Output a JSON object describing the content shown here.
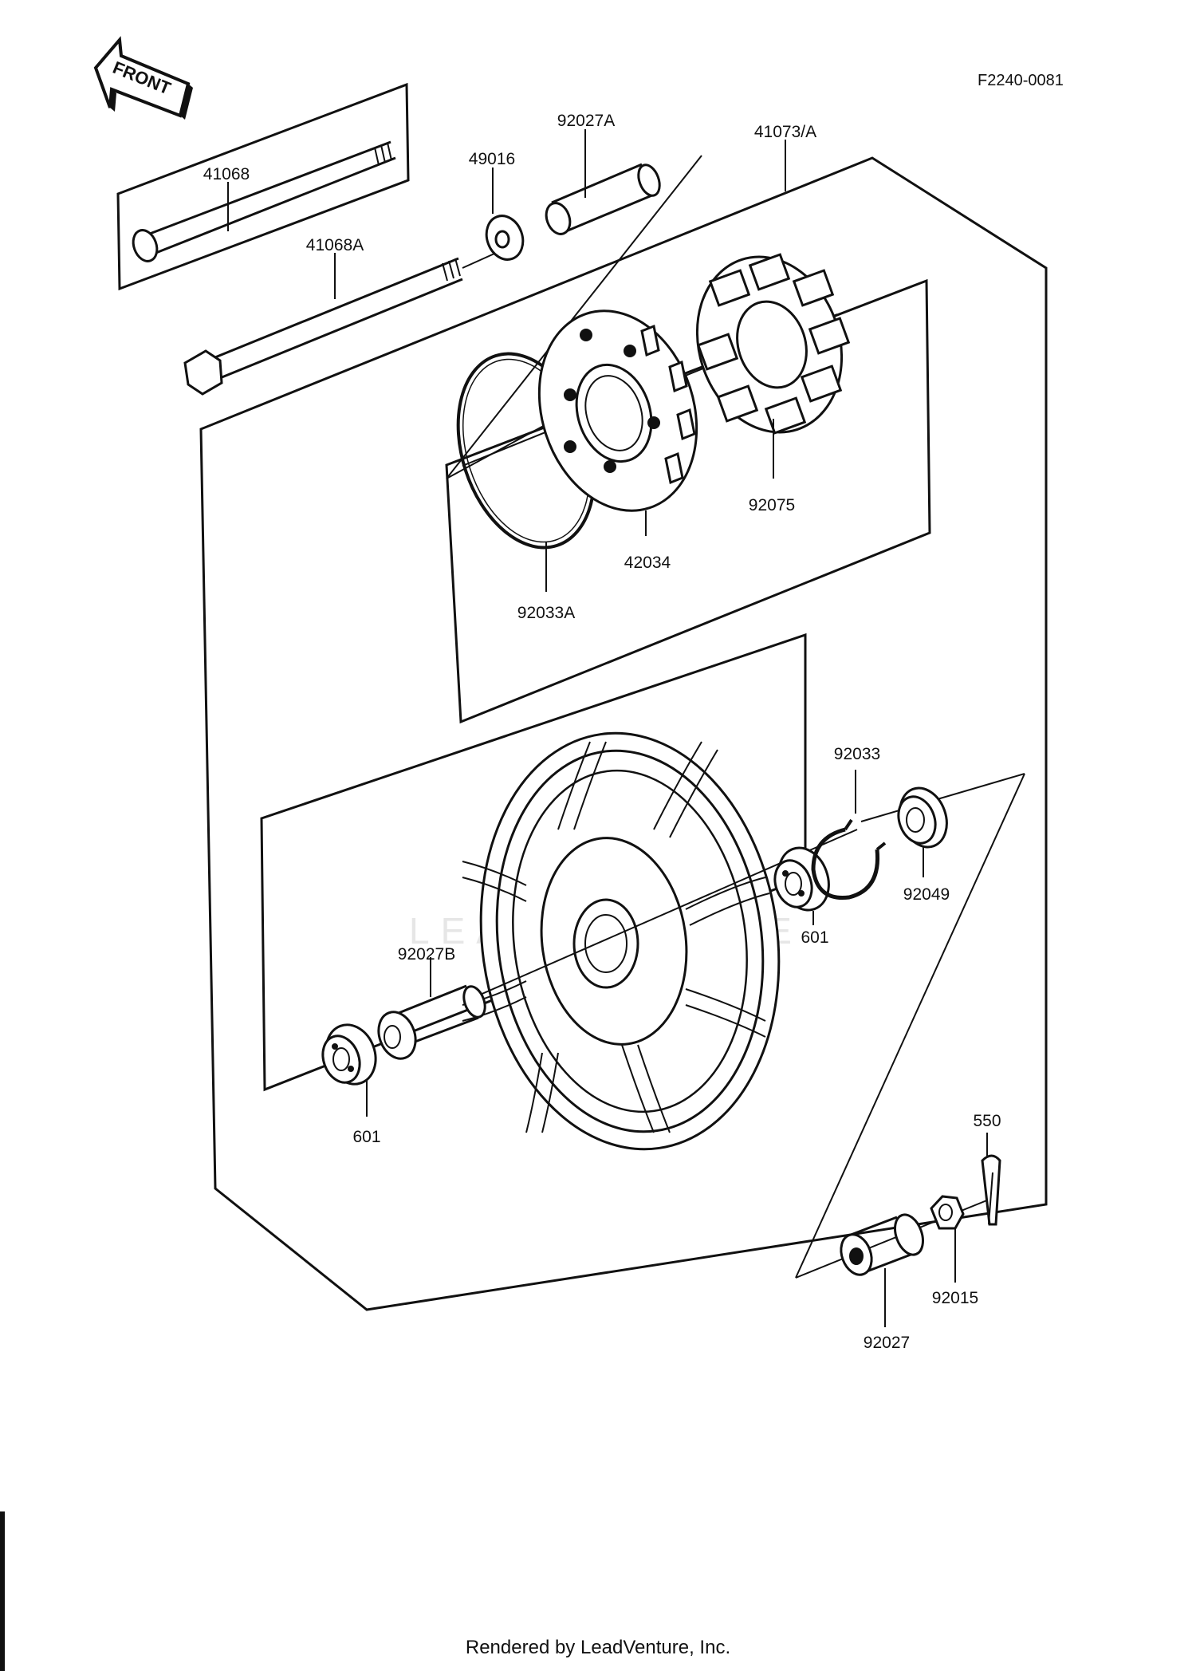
{
  "diagram_code": "F2240-0081",
  "front_arrow_label": "FRONT",
  "watermark": "LEADVENTURE",
  "footer": "Rendered by LeadVenture, Inc.",
  "parts": [
    {
      "id": "p41068",
      "label": "41068"
    },
    {
      "id": "p41068A",
      "label": "41068A"
    },
    {
      "id": "p49016",
      "label": "49016"
    },
    {
      "id": "p92027A",
      "label": "92027A"
    },
    {
      "id": "p41073A",
      "label": "41073/A"
    },
    {
      "id": "p92075",
      "label": "92075"
    },
    {
      "id": "p42034",
      "label": "42034"
    },
    {
      "id": "p92033A",
      "label": "92033A"
    },
    {
      "id": "p92033",
      "label": "92033"
    },
    {
      "id": "p92049",
      "label": "92049"
    },
    {
      "id": "p601a",
      "label": "601"
    },
    {
      "id": "p92027B",
      "label": "92027B"
    },
    {
      "id": "p601b",
      "label": "601"
    },
    {
      "id": "p550",
      "label": "550"
    },
    {
      "id": "p92015",
      "label": "92015"
    },
    {
      "id": "p92027",
      "label": "92027"
    }
  ]
}
